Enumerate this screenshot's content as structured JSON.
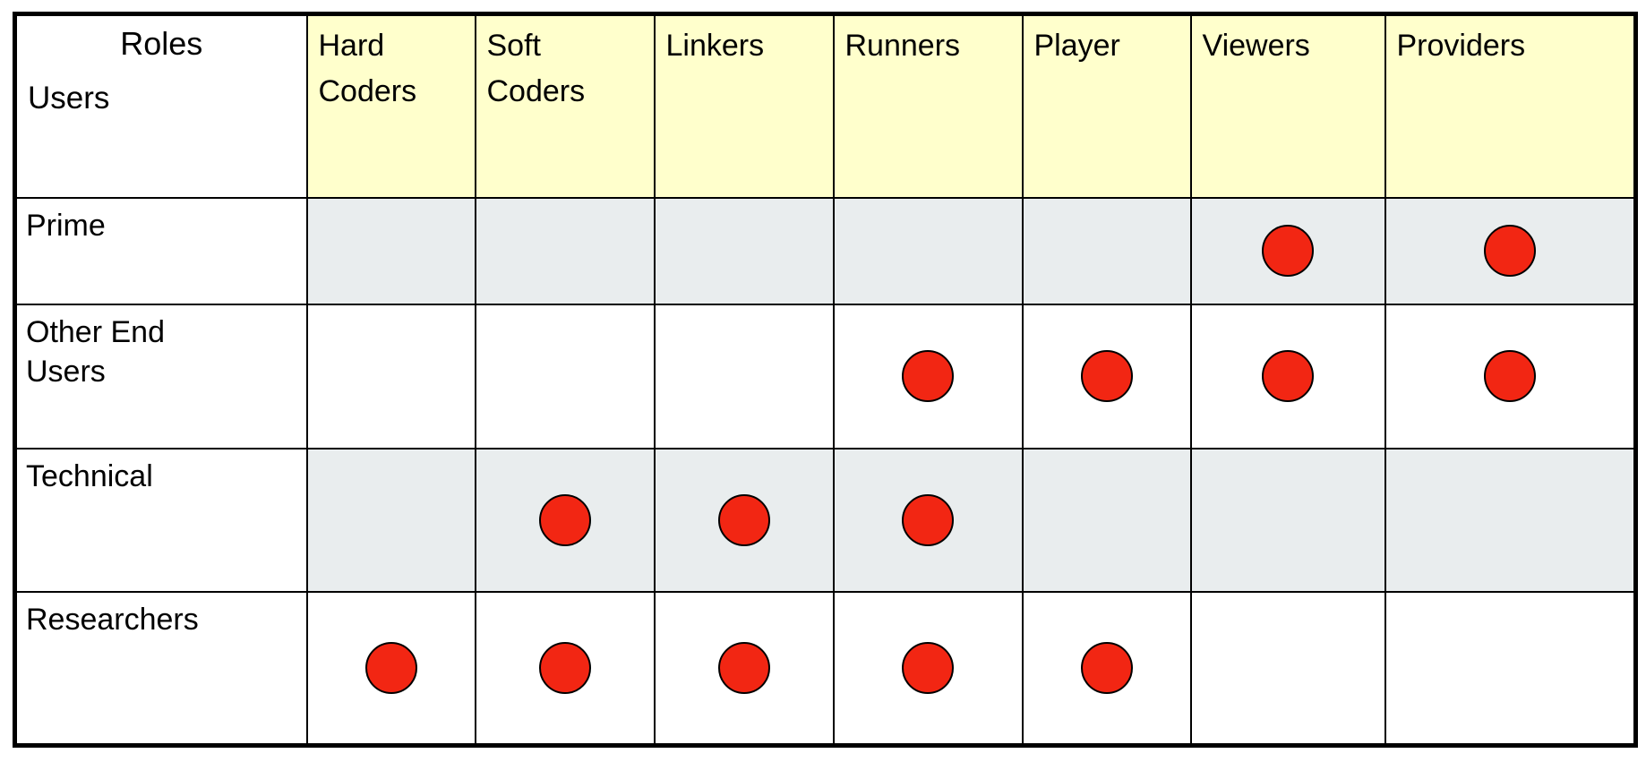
{
  "matrix": {
    "corner": {
      "roles_label": "Roles",
      "users_label": "Users"
    },
    "columns": [
      "Hard Coders",
      "Soft Coders",
      "Linkers",
      "Runners",
      "Player",
      "Viewers",
      "Providers"
    ],
    "rows": [
      {
        "label": "Prime",
        "dots": [
          false,
          false,
          false,
          false,
          false,
          true,
          true
        ]
      },
      {
        "label": "Other End Users",
        "dots": [
          false,
          false,
          false,
          true,
          true,
          true,
          true
        ]
      },
      {
        "label": "Technical",
        "dots": [
          false,
          true,
          true,
          true,
          false,
          false,
          false
        ]
      },
      {
        "label": "Researchers",
        "dots": [
          true,
          true,
          true,
          true,
          true,
          false,
          false
        ]
      }
    ]
  },
  "colors": {
    "header_bg": "#ffffcc",
    "shaded_row_bg": "#e9edee",
    "dot_fill": "#f22613",
    "border": "#000000"
  },
  "chart_data": {
    "type": "table",
    "columns": [
      "Hard Coders",
      "Soft Coders",
      "Linkers",
      "Runners",
      "Player",
      "Viewers",
      "Providers"
    ],
    "rows": [
      "Prime",
      "Other End Users",
      "Technical",
      "Researchers"
    ],
    "assignments": {
      "Prime": [
        "Viewers",
        "Providers"
      ],
      "Other End Users": [
        "Runners",
        "Player",
        "Viewers",
        "Providers"
      ],
      "Technical": [
        "Soft Coders",
        "Linkers",
        "Runners"
      ],
      "Researchers": [
        "Hard Coders",
        "Soft Coders",
        "Linkers",
        "Runners",
        "Player"
      ]
    }
  }
}
